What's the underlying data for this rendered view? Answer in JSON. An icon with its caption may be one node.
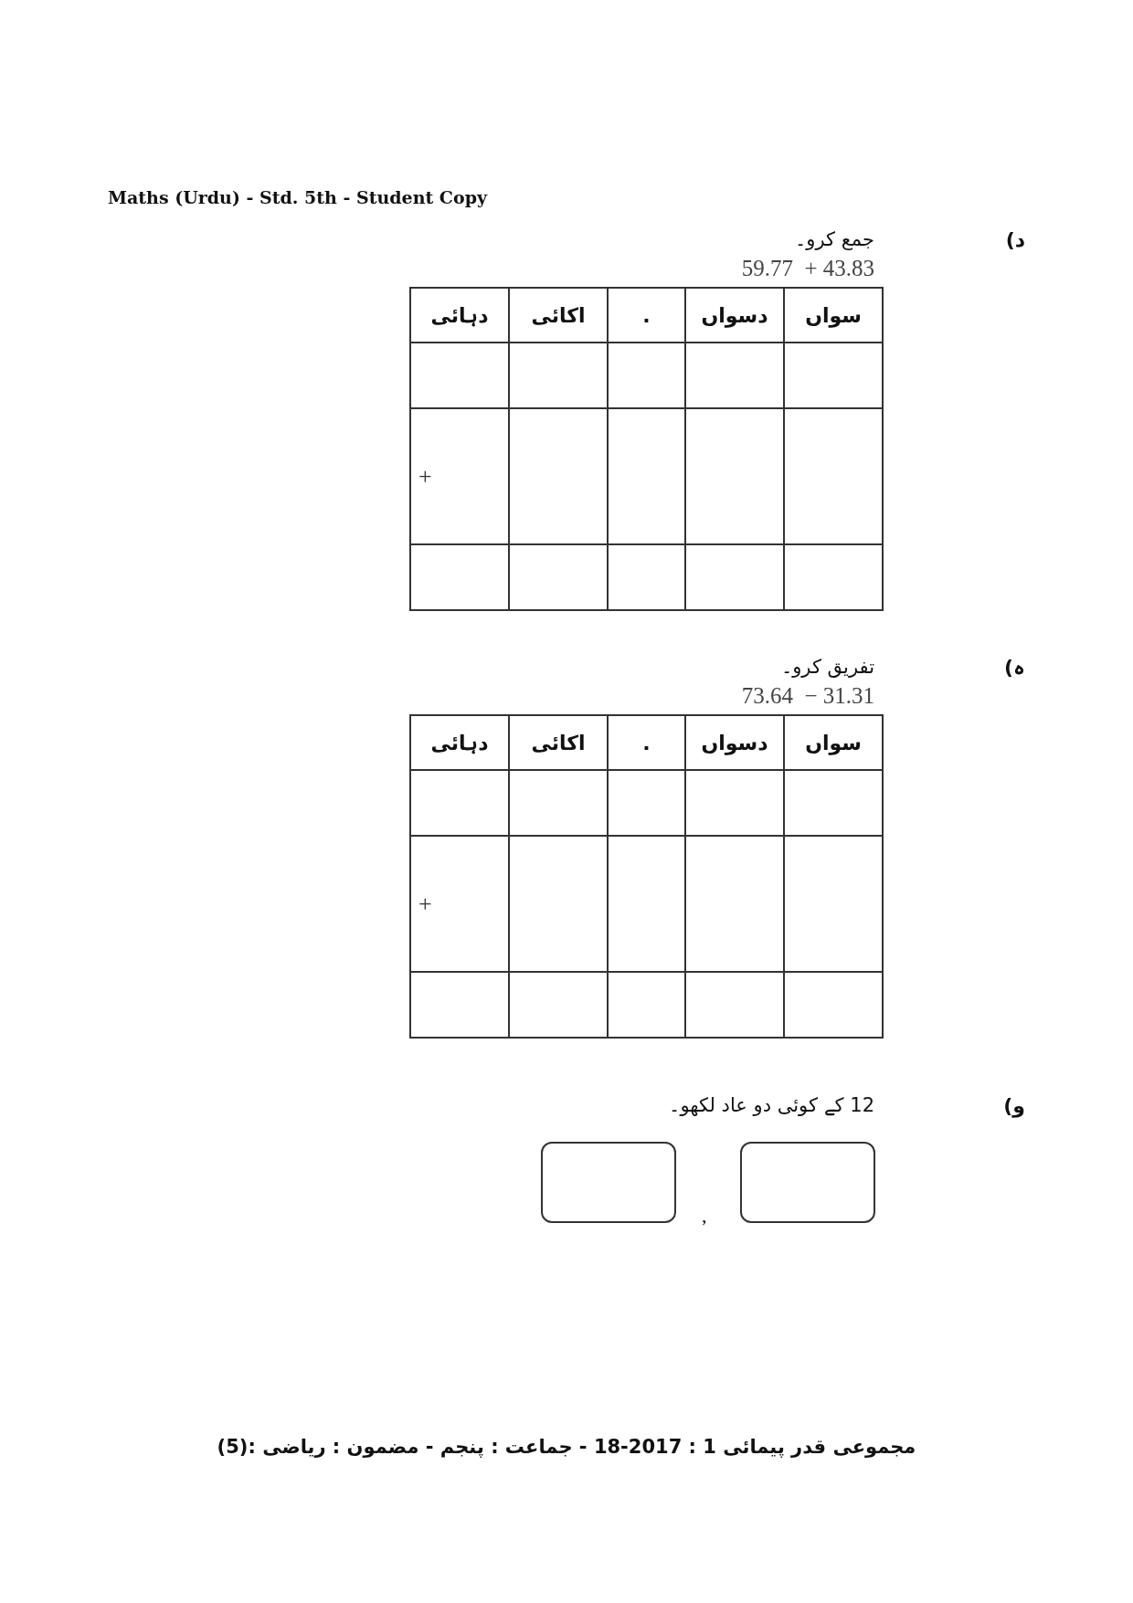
{
  "diagram": {
    "labels": [
      "Maths (Urdu) - Std. 5th - Student Copy",
      "د)",
      "جمع کرو۔",
      "59.77  + 43.83",
      "سواں",
      "دسواں",
      ".",
      "اکائی",
      "دہائی",
      "+",
      "ہ)",
      "تفریق کرو۔",
      "73.64  − 31.31",
      "سواں",
      "دسواں",
      ".",
      "اکائی",
      "دہائی",
      "+",
      "و)",
      "12 کے کوئی دو عاد لکھو۔",
      ",",
      "مجموعی قدر پیمائی 1 : 2017-18 - جماعت : پنجم - مضمون : ریاضی :(5)"
    ]
  }
}
